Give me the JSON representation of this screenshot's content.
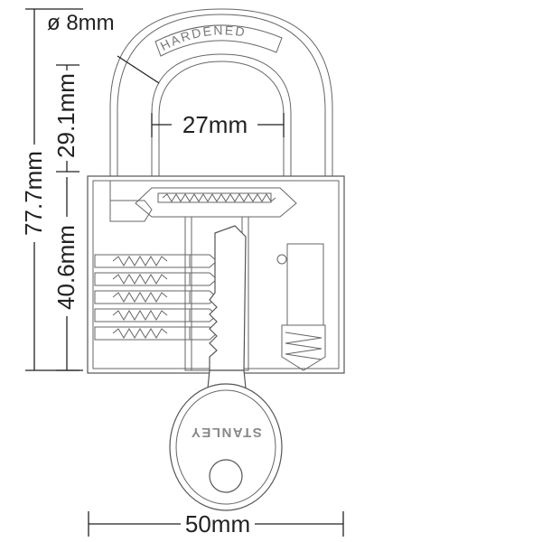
{
  "dimensions": {
    "shackle_diameter": "ø 8mm",
    "shackle_clearance_height": "29.1mm",
    "total_height": "77.7mm",
    "body_height": "40.6mm",
    "shackle_inner_width": "27mm",
    "body_width": "50mm"
  },
  "shackle_text": "HARDENED",
  "key_brand": "STANLEY"
}
